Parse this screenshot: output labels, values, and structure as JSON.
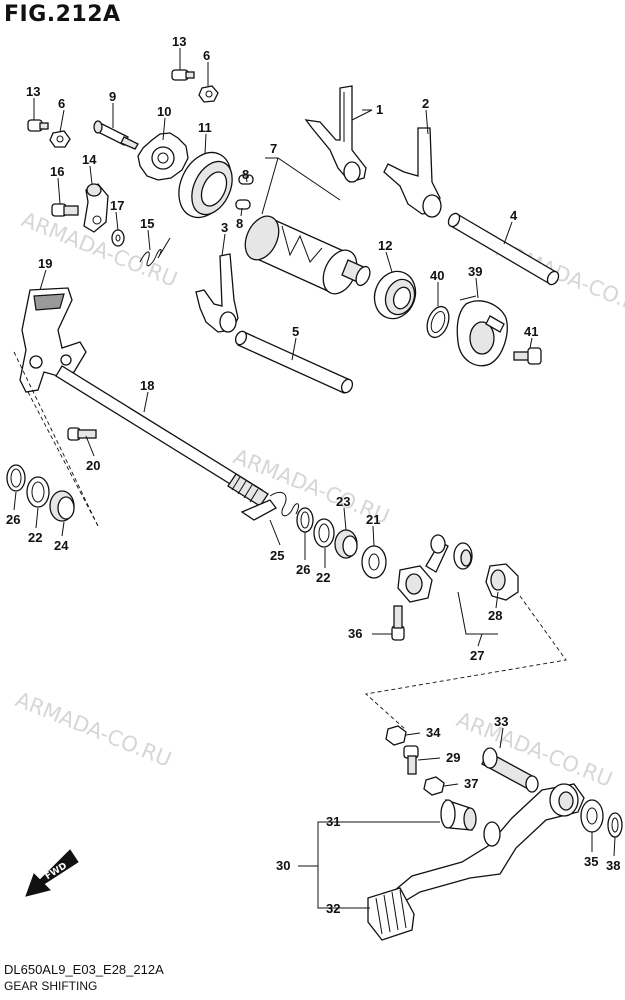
{
  "figure": {
    "title": "FIG.212A",
    "model_code": "DL650AL9_E03_E28_212A",
    "section_title": "GEAR SHIFTING"
  },
  "watermark": "ARMADA-CO.RU",
  "fwd_label": "FWD",
  "callouts": {
    "c1": "1",
    "c2": "2",
    "c3": "3",
    "c4": "4",
    "c5": "5",
    "c6a": "6",
    "c6b": "6",
    "c7": "7",
    "c8a": "8",
    "c8b": "8",
    "c9": "9",
    "c10": "10",
    "c11": "11",
    "c12": "12",
    "c13a": "13",
    "c13b": "13",
    "c14": "14",
    "c15": "15",
    "c16": "16",
    "c17": "17",
    "c18": "18",
    "c19": "19",
    "c20": "20",
    "c21": "21",
    "c22a": "22",
    "c22b": "22",
    "c23": "23",
    "c24": "24",
    "c25": "25",
    "c26a": "26",
    "c26b": "26",
    "c27": "27",
    "c28": "28",
    "c29": "29",
    "c30": "30",
    "c31": "31",
    "c32": "32",
    "c33": "33",
    "c34": "34",
    "c35": "35",
    "c36": "36",
    "c37": "37",
    "c38": "38",
    "c39": "39",
    "c40": "40",
    "c41": "41"
  }
}
